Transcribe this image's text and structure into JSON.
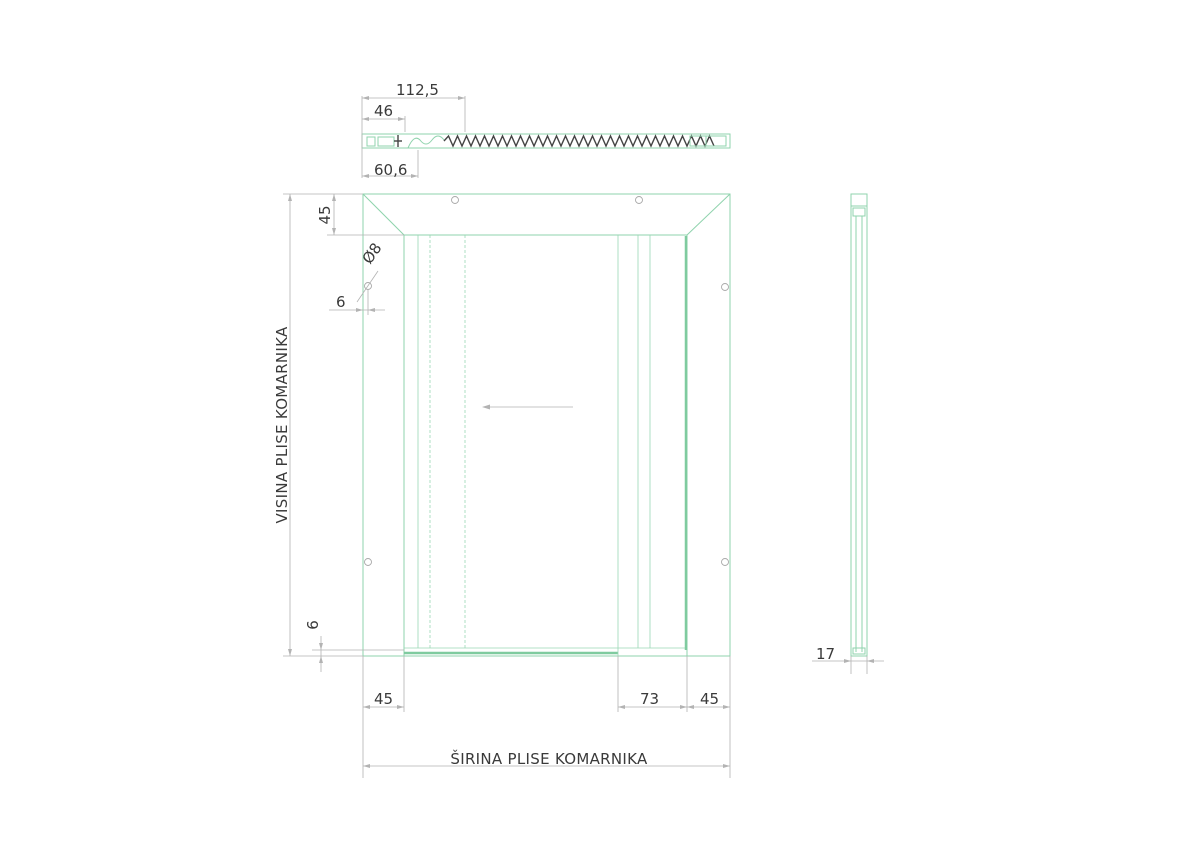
{
  "drawing": {
    "labels": {
      "width": "ŠIRINA PLISE KOMARNIKA",
      "height": "VISINA PLISE KOMARNIKA"
    },
    "dimensions": {
      "profile_total": "112,5",
      "profile_inner": "46",
      "profile_outer": "60,6",
      "frame_top": "45",
      "hole_diameter": "Ø8",
      "hole_offset": "6",
      "bottom_offset": "6",
      "frame_left": "45",
      "pleat_profile": "73",
      "frame_right": "45",
      "side_depth": "17"
    },
    "colors": {
      "frame_line": "#8fd3ad",
      "dimension_line": "#b3b3b3",
      "text": "#3a3a3a"
    }
  }
}
